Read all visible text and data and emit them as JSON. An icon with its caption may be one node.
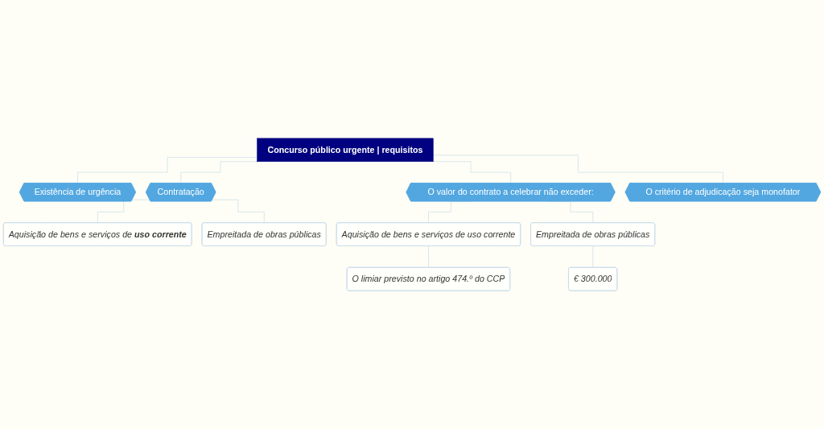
{
  "diagram": {
    "nodes": [
      {
        "text": [
          "Concurso público urgente | requisitos"
        ]
      },
      {
        "text": [
          "Existência de urgência"
        ]
      },
      {
        "text": [
          "Contratação"
        ]
      },
      {
        "text": [
          "Aquisição de bens e serviços de **uso corrente**"
        ]
      },
      {
        "text": [
          "Empreitada de obras públicas"
        ]
      },
      {
        "text": [
          "O valor do contrato a celebrar não exceder:"
        ]
      },
      {
        "text": [
          "Aquisição de bens e serviços de uso corrente"
        ]
      },
      {
        "text": [
          "O limiar previsto no artigo 474.º do CCP"
        ]
      },
      {
        "text": [
          "Empreitada de obras públicas"
        ]
      },
      {
        "text": [
          "€ 300.000"
        ]
      },
      {
        "text": [
          "O critério de adjudicação seja monofator"
        ]
      }
    ],
    "edges": [
      {
        "from": 0,
        "to": 1,
        "arrow": "none"
      },
      {
        "from": 0,
        "to": 2,
        "arrow": "none"
      },
      {
        "from": 0,
        "to": 5,
        "arrow": "none"
      },
      {
        "from": 0,
        "to": 10,
        "arrow": "none"
      },
      {
        "from": 2,
        "to": 3,
        "arrow": "none"
      },
      {
        "from": 2,
        "to": 4,
        "arrow": "none"
      },
      {
        "from": 5,
        "to": 6,
        "arrow": "none"
      },
      {
        "from": 6,
        "to": 7,
        "arrow": "none"
      },
      {
        "from": 5,
        "to": 8,
        "arrow": "none"
      },
      {
        "from": 8,
        "to": 9,
        "arrow": "none"
      }
    ]
  }
}
